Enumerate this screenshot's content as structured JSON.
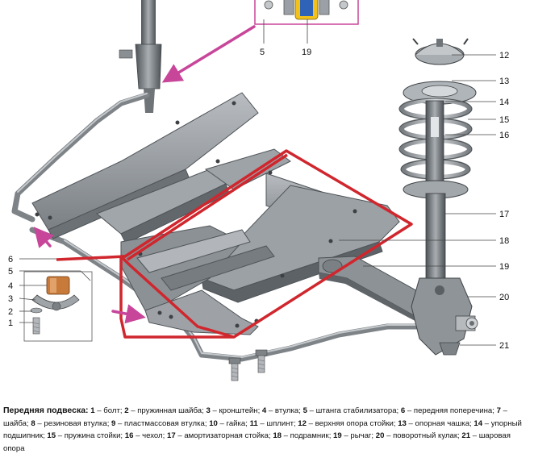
{
  "callouts": {
    "n1": "1",
    "n2": "2",
    "n3": "3",
    "n4": "4",
    "n5": "5",
    "n5top": "5",
    "n6": "6",
    "n12": "12",
    "n13": "13",
    "n14": "14",
    "n15": "15",
    "n16": "16",
    "n17": "17",
    "n18": "18",
    "n19": "19",
    "n19top": "19",
    "n20": "20",
    "n21": "21"
  },
  "caption": {
    "title": "Передняя подвеска:",
    "items": [
      {
        "n": "1",
        "t": " – болт; "
      },
      {
        "n": "2",
        "t": " – пружинная шайба; "
      },
      {
        "n": "3",
        "t": " – кронштейн; "
      },
      {
        "n": "4",
        "t": " – втулка; "
      },
      {
        "n": "5",
        "t": " – штанга стабилизатора; "
      },
      {
        "n": "6",
        "t": " – передняя поперечина; "
      },
      {
        "n": "7",
        "t": " – шайба; "
      },
      {
        "n": "8",
        "t": " – резиновая втулка; "
      },
      {
        "n": "9",
        "t": " – пластмассовая втулка; "
      },
      {
        "n": "10",
        "t": " – гайка; "
      },
      {
        "n": "11",
        "t": " – шплинт; "
      },
      {
        "n": "12",
        "t": " – верхняя опора стойки; "
      },
      {
        "n": "13",
        "t": " – опорная чашка; "
      },
      {
        "n": "14",
        "t": " – упорный подшипник; "
      },
      {
        "n": "15",
        "t": " – пружина стойки; "
      },
      {
        "n": "16",
        "t": " – чехол; "
      },
      {
        "n": "17",
        "t": " – амортизаторная стойка; "
      },
      {
        "n": "18",
        "t": " – подрамник; "
      },
      {
        "n": "19",
        "t": " – рычаг; "
      },
      {
        "n": "20",
        "t": " – поворотный кулак; "
      },
      {
        "n": "21",
        "t": " – шаровая опора"
      }
    ]
  },
  "colors": {
    "frame": "#8f9499",
    "frame_dark": "#5f6468",
    "highlight": "#d0262d",
    "arrow": "#c8469a",
    "bushing": "#c77a3a",
    "inset_yellow": "#f2c21a",
    "inset_blue": "#2f63b7"
  }
}
